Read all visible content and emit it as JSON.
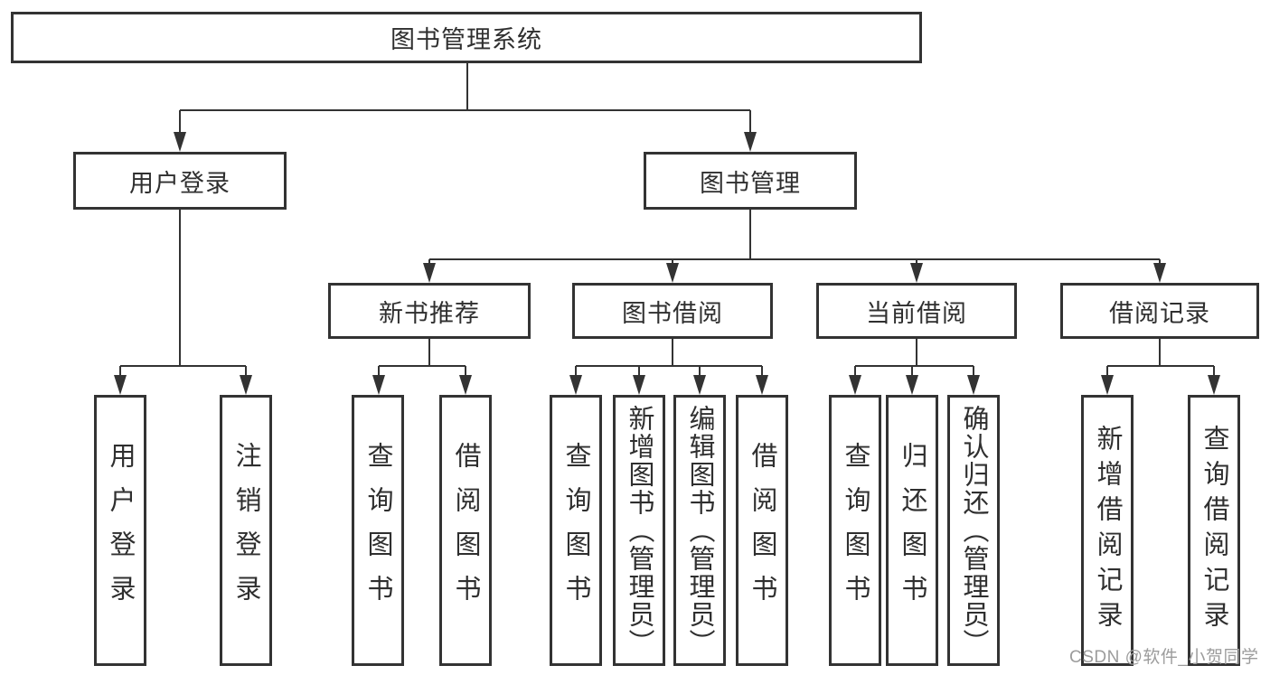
{
  "diagram": {
    "root": "图书管理系统",
    "user_login": {
      "label": "用户登录",
      "children": [
        "用户登录",
        "注销登录"
      ]
    },
    "book_mgmt": {
      "label": "图书管理",
      "sections": {
        "new_books": {
          "label": "新书推荐",
          "children": [
            "查询图书",
            "借阅图书"
          ]
        },
        "book_borrow": {
          "label": "图书借阅",
          "children": [
            "查询图书",
            "新增图书（管理员）",
            "编辑图书（管理员）",
            "借阅图书"
          ]
        },
        "current_borrow": {
          "label": "当前借阅",
          "children": [
            "查询图书",
            "归还图书",
            "确认归还（管理员）"
          ]
        },
        "borrow_records": {
          "label": "借阅记录",
          "children": [
            "新增借阅记录",
            "查询借阅记录"
          ]
        }
      }
    }
  },
  "watermark": "CSDN @软件_小贺同学",
  "colors": {
    "line": "#333333",
    "box_border": "#333333",
    "text": "#2f2f2f",
    "watermark_gray": "#9c9c9c",
    "background": "#ffffff"
  }
}
